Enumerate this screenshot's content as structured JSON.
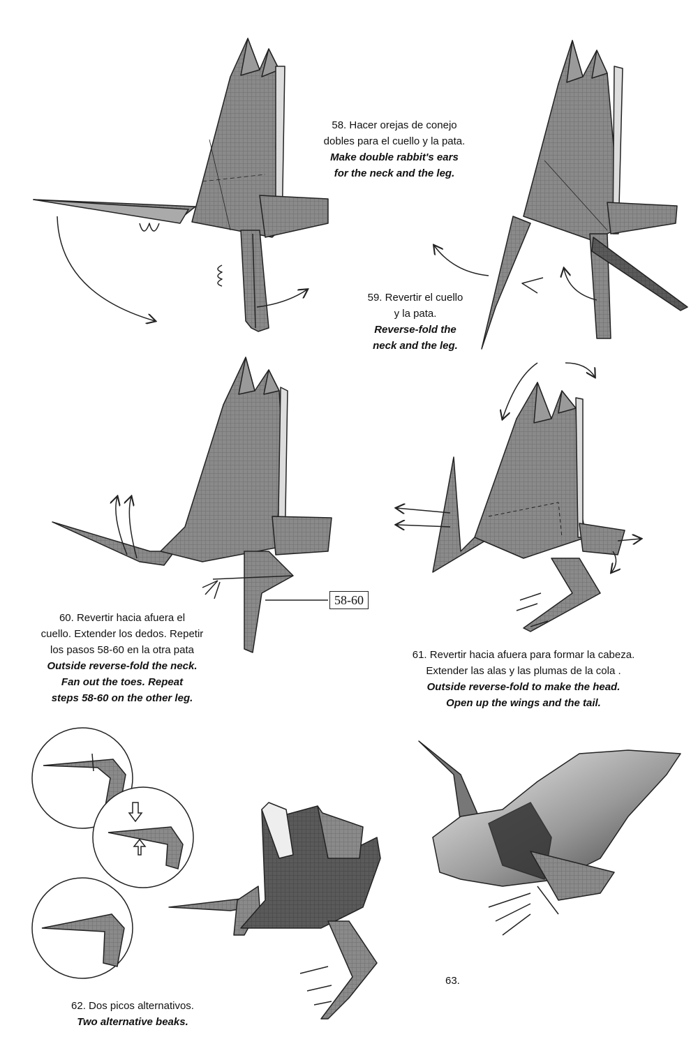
{
  "steps": {
    "s58": {
      "es": [
        "58. Hacer orejas de conejo",
        "dobles para el cuello y la pata."
      ],
      "en": [
        "Make double rabbit's ears",
        "for the neck and the leg."
      ]
    },
    "s59": {
      "es": [
        "59. Revertir el cuello",
        "y la pata."
      ],
      "en": [
        "Reverse-fold the",
        "neck and the leg."
      ]
    },
    "s60": {
      "es": [
        "60. Revertir hacia afuera el",
        "cuello. Extender los dedos. Repetir",
        "los pasos 58-60 en la otra pata"
      ],
      "en": [
        "Outside reverse-fold the neck.",
        "Fan out the toes. Repeat",
        "steps 58-60 on the other leg."
      ]
    },
    "s61": {
      "es": [
        "61. Revertir hacia afuera para formar la cabeza.",
        "Extender las alas y las plumas de la cola ."
      ],
      "en": [
        "Outside reverse-fold to make the head.",
        "Open up the wings and the tail."
      ]
    },
    "s62": {
      "es": [
        "62. Dos picos alternativos."
      ],
      "en": [
        "Two alternative beaks."
      ]
    },
    "s63": {
      "label": "63."
    }
  },
  "repeat_ref": "58-60"
}
